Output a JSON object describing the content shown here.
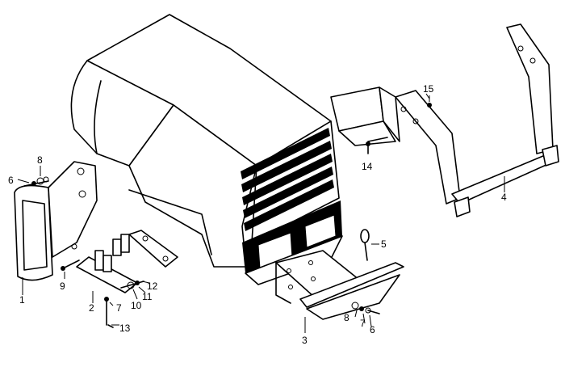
{
  "callouts": {
    "p1": "1",
    "p2": "2",
    "p3": "3",
    "p4": "4",
    "p5": "5",
    "p6_left": "6",
    "p6_right": "6",
    "p7_left": "7",
    "p7_right": "7",
    "p8_left": "8",
    "p8_right": "8",
    "p9": "9",
    "p10": "10",
    "p11": "11",
    "p12": "12",
    "p13": "13",
    "p14": "14",
    "p15": "15"
  },
  "colors": {
    "ink": "#000000",
    "paper": "#ffffff"
  }
}
